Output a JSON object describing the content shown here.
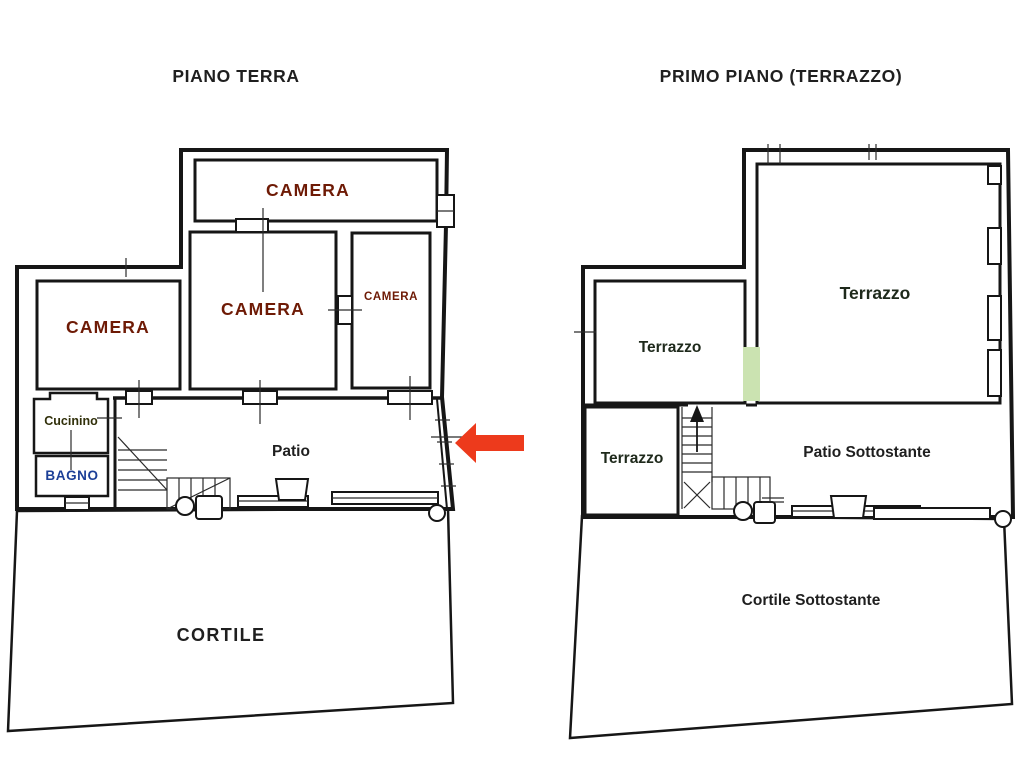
{
  "left_plan": {
    "title": "PIANO TERRA",
    "rooms": {
      "camera_top": {
        "label": "CAMERA"
      },
      "camera_mid": {
        "label": "CAMERA"
      },
      "camera_side": {
        "label": "CAMERA"
      },
      "camera_left": {
        "label": "CAMERA"
      },
      "cucinino": {
        "label": "Cucinino"
      },
      "bagno": {
        "label": "BAGNO"
      },
      "patio": {
        "label": "Patio"
      },
      "cortile": {
        "label": "CORTILE"
      }
    }
  },
  "right_plan": {
    "title": "PRIMO PIANO (TERRAZZO)",
    "areas": {
      "terrazzo_main": {
        "label": "Terrazzo"
      },
      "terrazzo_mid": {
        "label": "Terrazzo"
      },
      "terrazzo_low": {
        "label": "Terrazzo"
      },
      "patio_sott": {
        "label": "Patio Sottostante"
      },
      "cortile_sott": {
        "label": "Cortile Sottostante"
      }
    }
  },
  "icons": {
    "arrow": "left-arrow"
  },
  "colors": {
    "camera_brown": "#A98456",
    "camera_orange": "#F7941F",
    "camera_yellow": "#F3EB10",
    "cucinino_olive": "#7F7B06",
    "bagno_cyan": "#5FF7F7",
    "terrazzo_green": "#CBE3B1",
    "arrow_red": "#ED3A1C",
    "wall": "#161616",
    "label_red": "#6E1A05",
    "label_olive": "#31300A",
    "label_blue": "#1C3F97",
    "label_dark": "#1F1F1F",
    "label_green_dark": "#1E291B"
  }
}
